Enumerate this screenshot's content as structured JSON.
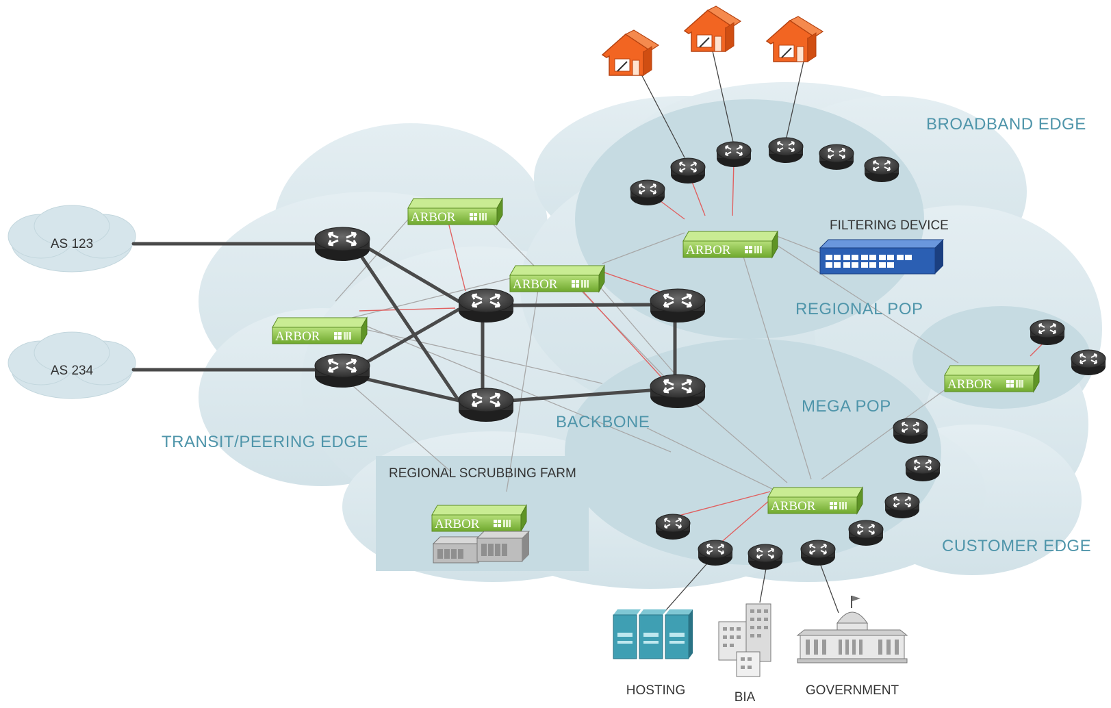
{
  "zones": {
    "broadband_edge": "BROADBAND EDGE",
    "regional_pop": "REGIONAL POP",
    "transit_peering_edge": "TRANSIT/PEERING EDGE",
    "backbone": "BACKBONE",
    "mega_pop": "MEGA POP",
    "customer_edge": "CUSTOMER EDGE"
  },
  "clouds": {
    "as123": "AS 123",
    "as234": "AS 234"
  },
  "devices": {
    "arbor_label": "ARBOR",
    "filtering_device": "FILTERING DEVICE",
    "scrubbing_farm": "REGIONAL SCRUBBING FARM"
  },
  "customers": {
    "hosting": "HOSTING",
    "bia": "BIA",
    "government": "GOVERNMENT"
  },
  "colors": {
    "zone_text": "#4f95aa",
    "arbor_green": "#8cc63f",
    "house_orange": "#f26522",
    "filtering_blue": "#2b5fb3",
    "link_red": "#e06060"
  }
}
